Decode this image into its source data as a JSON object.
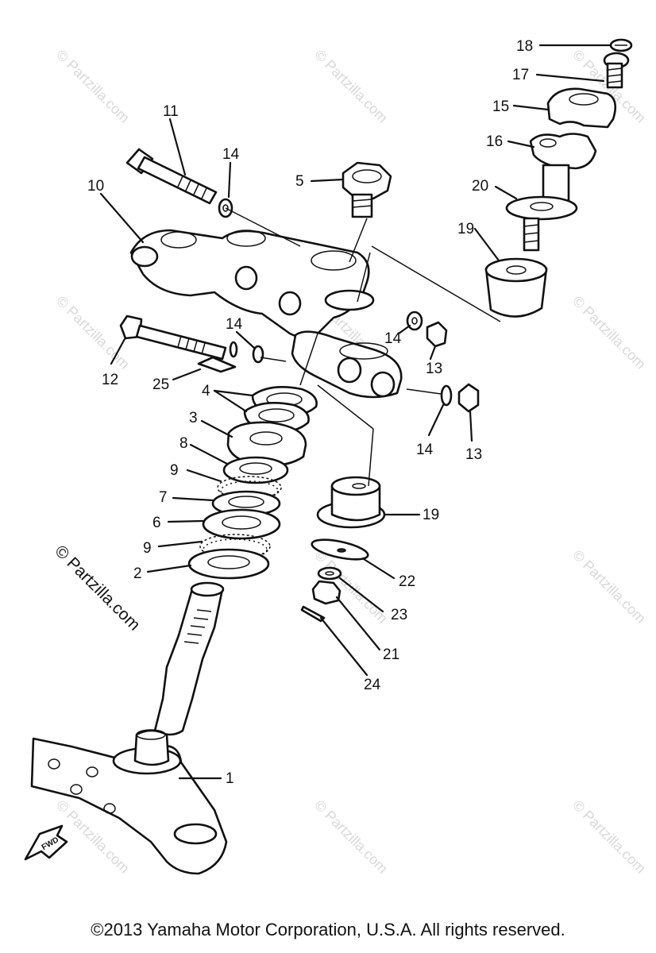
{
  "diagram": {
    "callouts": [
      "18",
      "17",
      "15",
      "16",
      "20",
      "19",
      "11",
      "14",
      "5",
      "10",
      "14",
      "13",
      "14",
      "12",
      "25",
      "4",
      "14",
      "13",
      "3",
      "8",
      "9",
      "7",
      "6",
      "9",
      "2",
      "19",
      "22",
      "23",
      "21",
      "24",
      "1"
    ],
    "watermark": "© Partzilla.com",
    "fwd_label": "FWD"
  },
  "footer": {
    "copyright": "©2013  Yamaha Motor Corporation, U.S.A. All rights reserved."
  }
}
